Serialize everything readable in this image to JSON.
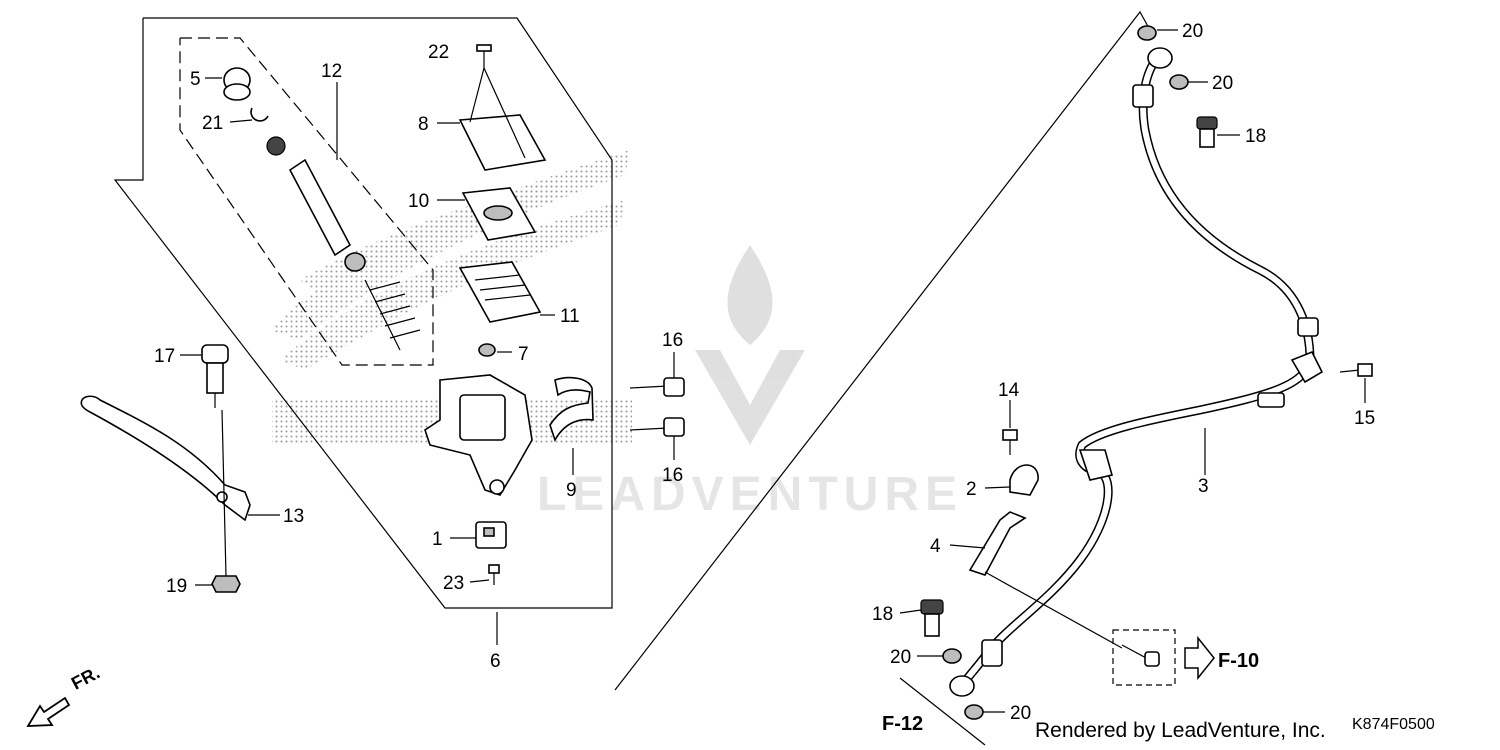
{
  "diagram": {
    "callouts": [
      "1",
      "2",
      "3",
      "4",
      "5",
      "6",
      "7",
      "8",
      "9",
      "10",
      "11",
      "12",
      "13",
      "14",
      "15",
      "16",
      "17",
      "18",
      "19",
      "20",
      "21",
      "22",
      "23"
    ],
    "page_refs": [
      "F-10",
      "F-12"
    ],
    "direction_label": "FR.",
    "watermark_text": "LEADVENTURE",
    "credit": "Rendered by LeadVenture, Inc.",
    "diagram_code": "K874F0500"
  }
}
